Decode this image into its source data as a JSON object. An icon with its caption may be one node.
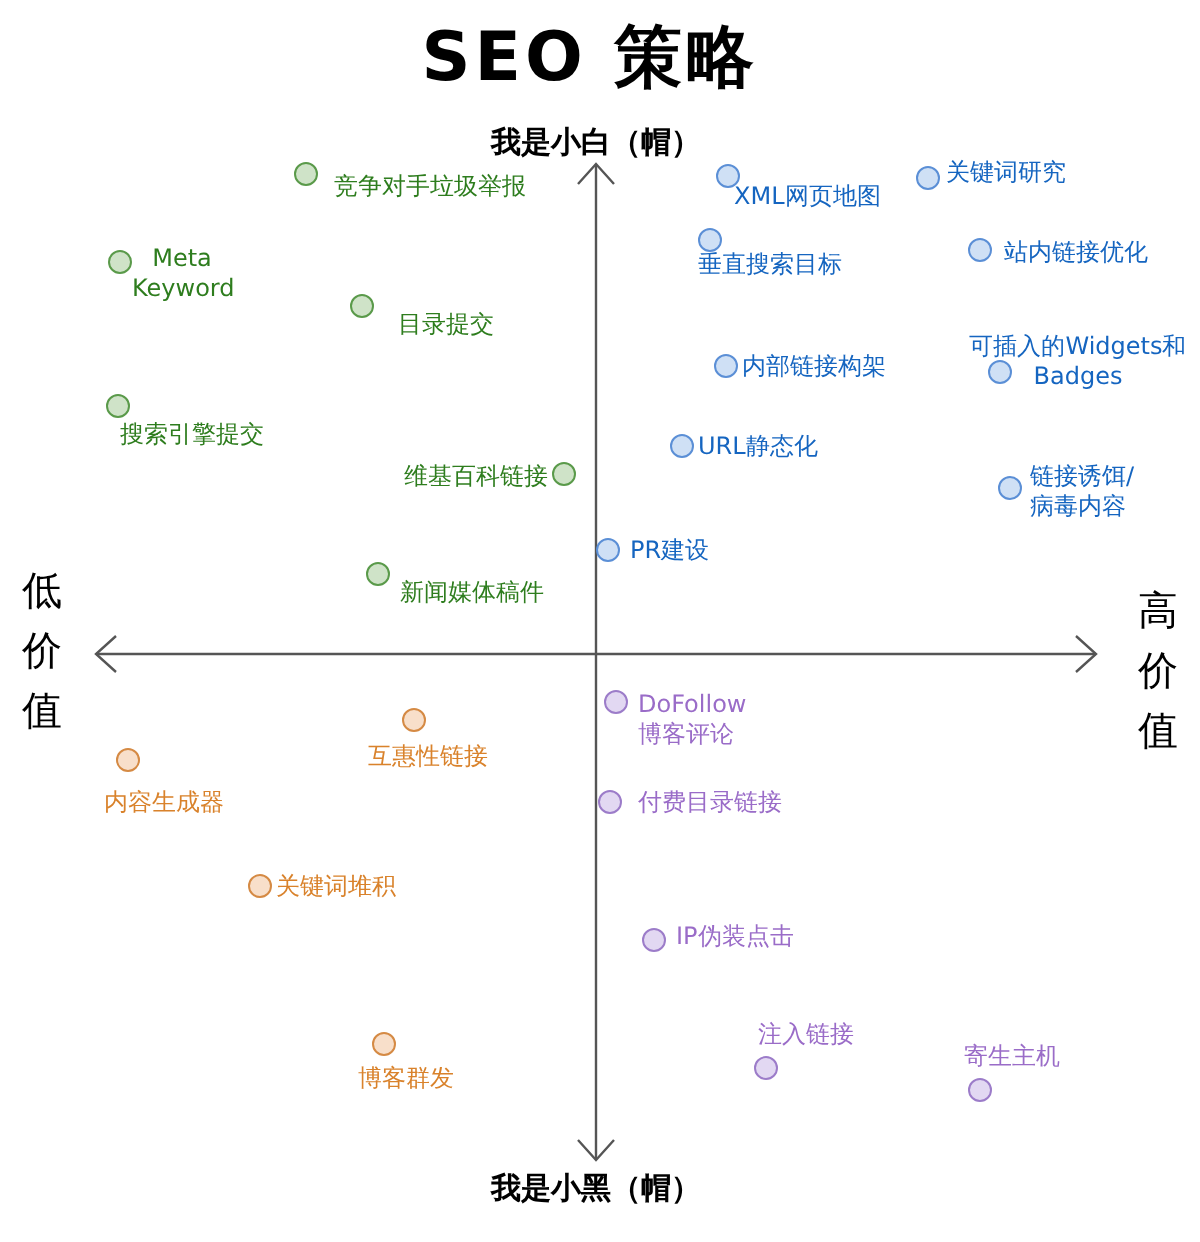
{
  "diagram": {
    "title": "SEO 策略",
    "nodes": [
      {
        "text": [],
        "shape": "circle",
        "beside": [
          "竞争对手垃圾举报"
        ]
      },
      {
        "text": [],
        "shape": "circle",
        "beside": [
          "Meta Keyword"
        ]
      },
      {
        "text": [],
        "shape": "circle",
        "beside": [
          "目录提交"
        ]
      },
      {
        "text": [],
        "shape": "circle",
        "beside": [
          "搜索引擎提交"
        ]
      },
      {
        "text": [],
        "shape": "circle",
        "beside": [
          "维基百科链接"
        ]
      },
      {
        "text": [],
        "shape": "circle",
        "beside": [
          "新闻媒体稿件"
        ]
      },
      {
        "text": [],
        "shape": "circle",
        "beside": [
          "XML网页地图"
        ]
      },
      {
        "text": [],
        "shape": "circle",
        "beside": [
          "关键词研究"
        ]
      },
      {
        "text": [],
        "shape": "circle",
        "beside": [
          "垂直搜索目标"
        ]
      },
      {
        "text": [],
        "shape": "circle",
        "beside": [
          "站内链接优化"
        ]
      },
      {
        "text": [],
        "shape": "circle",
        "beside": [
          "内部链接构架"
        ]
      },
      {
        "text": [],
        "shape": "circle",
        "beside": [
          "可插入的Widgets和Badges"
        ]
      },
      {
        "text": [],
        "shape": "circle",
        "beside": [
          "URL静态化"
        ]
      },
      {
        "text": [],
        "shape": "circle",
        "beside": [
          "链接诱饵/病毒内容"
        ]
      },
      {
        "text": [],
        "shape": "circle",
        "beside": [
          "PR建设"
        ]
      },
      {
        "text": [],
        "shape": "circle",
        "beside": [
          "互惠性链接"
        ]
      },
      {
        "text": [],
        "shape": "circle",
        "beside": [
          "内容生成器"
        ]
      },
      {
        "text": [],
        "shape": "circle",
        "beside": [
          "关键词堆积"
        ]
      },
      {
        "text": [],
        "shape": "circle",
        "beside": [
          "博客群发"
        ]
      },
      {
        "text": [],
        "shape": "circle",
        "beside": [
          "DoFollow 博客评论"
        ]
      },
      {
        "text": [],
        "shape": "circle",
        "beside": [
          "付费目录链接"
        ]
      },
      {
        "text": [],
        "shape": "circle",
        "beside": [
          "IP伪装点击"
        ]
      },
      {
        "text": [],
        "shape": "circle",
        "beside": [
          "注入链接"
        ]
      },
      {
        "text": [],
        "shape": "circle",
        "beside": [
          "寄生主机"
        ]
      }
    ],
    "labels": [
      "我是小白（帽）",
      "低价值",
      "高价值",
      "我是小黑（帽）"
    ]
  }
}
